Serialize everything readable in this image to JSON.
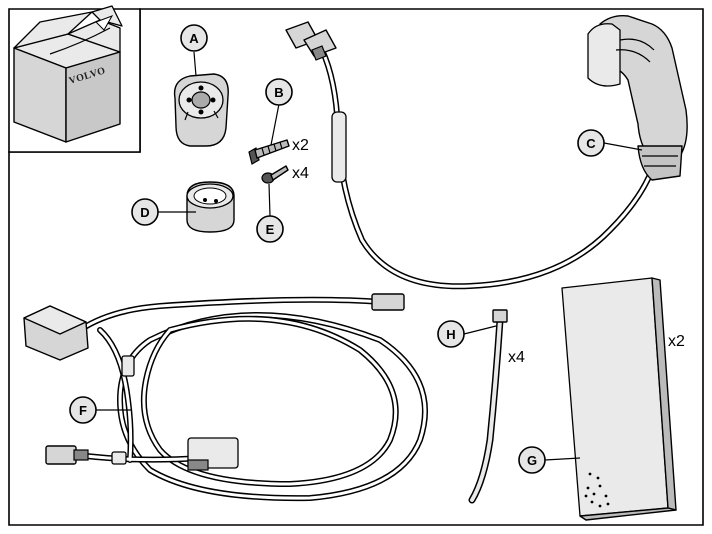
{
  "logo": {
    "brand": "VOLVO"
  },
  "callouts": {
    "a": "A",
    "b": "B",
    "c": "C",
    "d": "D",
    "e": "E",
    "f": "F",
    "g": "G",
    "h": "H"
  },
  "quantities": {
    "b": "x2",
    "e": "x4",
    "h": "x4",
    "g": "x2"
  }
}
